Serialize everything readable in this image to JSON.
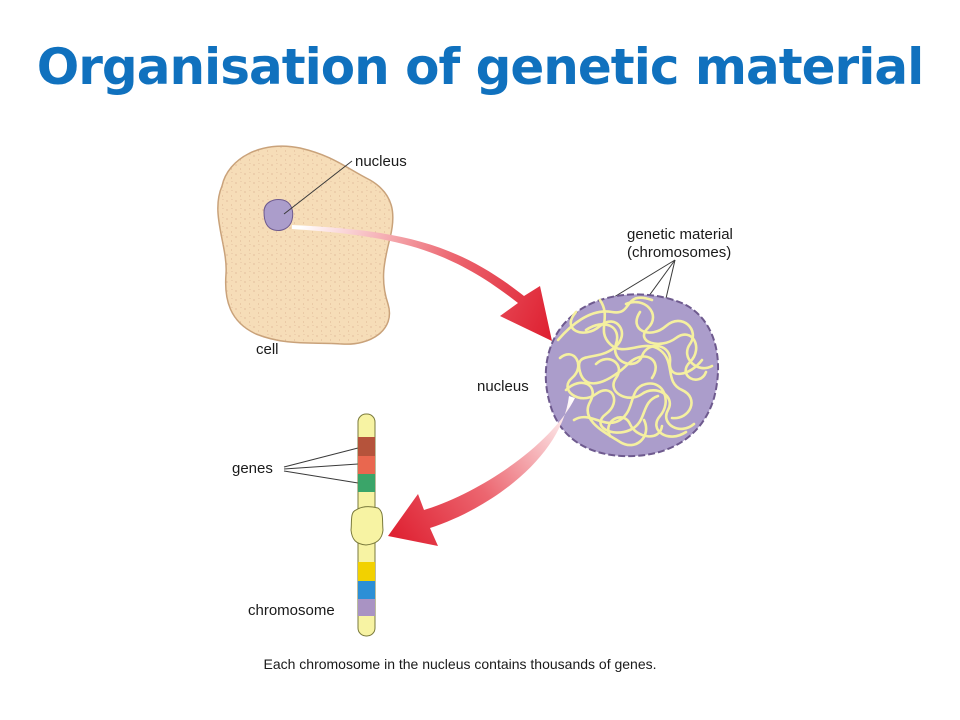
{
  "slide": {
    "title": "Organisation of genetic material",
    "title_color": "#1071be",
    "caption": "Each chromosome in the nucleus contains thousands of genes."
  },
  "diagram": {
    "labels": {
      "nucleus_cell": "nucleus",
      "cell": "cell",
      "genetic_material_line1": "genetic material",
      "genetic_material_line2": "(chromosomes)",
      "nucleus_zoom": "nucleus",
      "genes": "genes",
      "chromosome": "chromosome"
    },
    "colors": {
      "cell_fill": "#f6ddb8",
      "cell_stroke": "#c9a27a",
      "nucleus_fill": "#ab9dcb",
      "nucleus_stroke": "#6e5a8e",
      "chromatin": "#f5f0a0",
      "arrow": "#de1e2f",
      "chromosome_fill": "#f7f3a3",
      "band_1": "#b5533b",
      "band_2": "#e9674f",
      "band_3": "#3aa569",
      "band_4": "#f2d100",
      "band_5": "#2c8fd6",
      "band_6": "#a993c3"
    }
  }
}
